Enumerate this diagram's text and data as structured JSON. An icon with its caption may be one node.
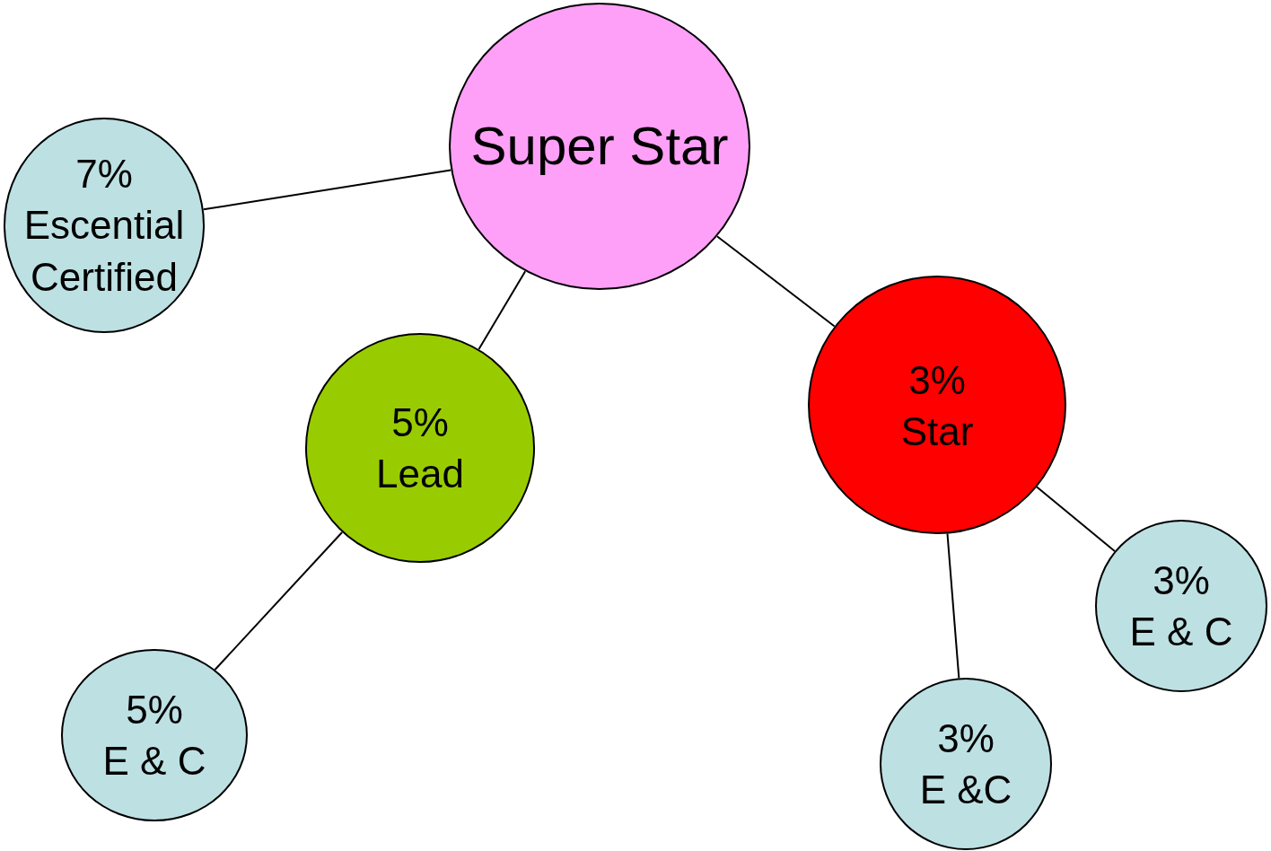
{
  "diagram": {
    "nodes": [
      {
        "text": [
          "Super Star"
        ]
      },
      {
        "text": [
          "7%",
          "Escential Certified"
        ]
      },
      {
        "text": [
          "5%",
          "Lead"
        ]
      },
      {
        "text": [
          "3%",
          "Star"
        ]
      },
      {
        "text": [
          "3%",
          "E & C"
        ]
      },
      {
        "text": [
          "5%",
          "E & C"
        ]
      },
      {
        "text": [
          "3%",
          "E &C"
        ]
      }
    ],
    "edges": [
      {
        "from": 0,
        "to": 1,
        "arrow": "none"
      },
      {
        "from": 0,
        "to": 2,
        "arrow": "none"
      },
      {
        "from": 0,
        "to": 3,
        "arrow": "none"
      },
      {
        "from": 2,
        "to": 5,
        "arrow": "none"
      },
      {
        "from": 3,
        "to": 4,
        "arrow": "none"
      },
      {
        "from": 3,
        "to": 6,
        "arrow": "none"
      }
    ]
  }
}
